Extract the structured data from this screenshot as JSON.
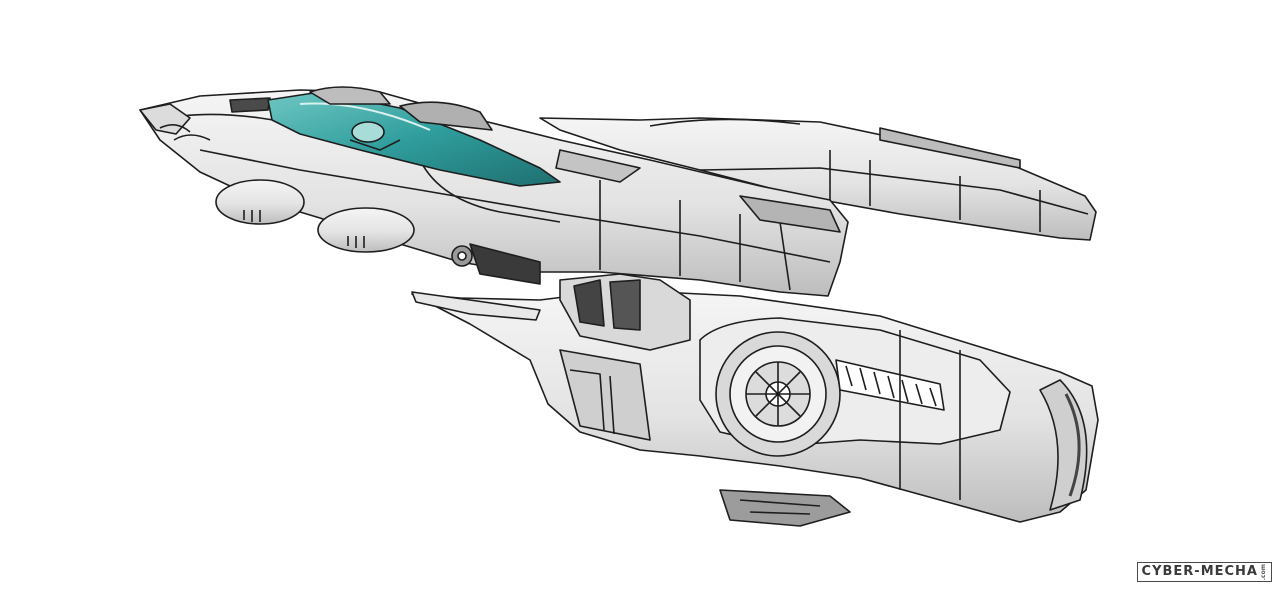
{
  "illustration": {
    "subject": "spaceship-line-art",
    "colors": {
      "hull": "#e6e6e6",
      "hull_light": "#f4f4f4",
      "hull_shadow": "#b9b9b9",
      "outline": "#1e1e1e",
      "canopy": "#2f9d9c",
      "canopy_light": "#8fd3cf",
      "dark": "#5a5a5a"
    }
  },
  "watermark": {
    "text": "CYBER-MECHA",
    "suffix": ".com"
  }
}
